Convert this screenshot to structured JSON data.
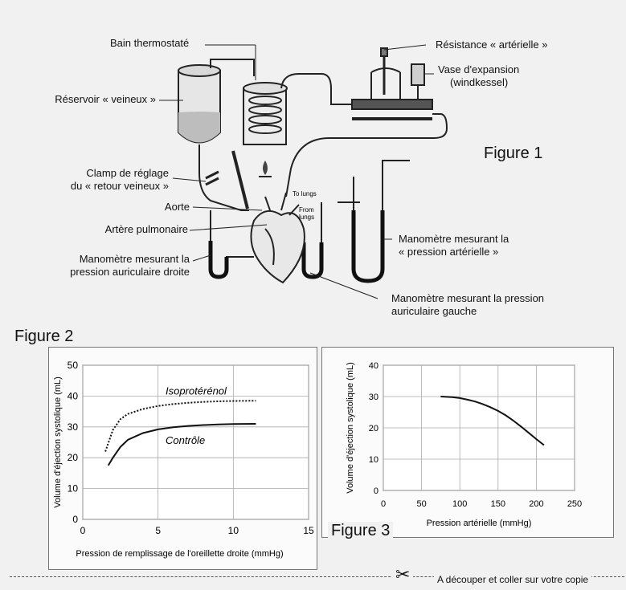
{
  "figure1": {
    "title": "Figure 1",
    "labels": {
      "bain": "Bain thermostaté",
      "reservoir": "Réservoir « veineux »",
      "clamp_l1": "Clamp de réglage",
      "clamp_l2": "du « retour veineux »",
      "aorte": "Aorte",
      "artere": "Artère pulmonaire",
      "mano_droite_l1": "Manomètre mesurant la",
      "mano_droite_l2": "pression auriculaire droite",
      "resistance": "Résistance « artérielle »",
      "vase_l1": "Vase d'expansion",
      "vase_l2": "(windkessel)",
      "mano_art_l1": "Manomètre mesurant la",
      "mano_art_l2": "« pression artérielle »",
      "mano_gauche_l1": "Manomètre mesurant la pression",
      "mano_gauche_l2": "auriculaire gauche",
      "to_lungs": "To lungs",
      "from_lungs_l1": "From",
      "from_lungs_l2": "lungs"
    }
  },
  "figure2_title": "Figure 2",
  "figure3_title": "Figure 3",
  "footer_text": "A découper et coller sur votre copie",
  "chart_data": [
    {
      "type": "line",
      "xlabel": "Pression de remplissage de l'oreillette droite (mmHg)",
      "ylabel": "Volume d'éjection systolique (mL)",
      "xlim": [
        0,
        15
      ],
      "ylim": [
        0,
        50
      ],
      "xticks": [
        0,
        5,
        10,
        15
      ],
      "yticks": [
        0,
        10,
        20,
        30,
        40,
        50
      ],
      "grid": true,
      "series": [
        {
          "name": "Isoprotérénol",
          "style": "dotted",
          "x": [
            1.5,
            2,
            2.5,
            3,
            4,
            5,
            6,
            7,
            8,
            9,
            10,
            11.5
          ],
          "y": [
            22,
            29,
            32.5,
            34.2,
            35.8,
            36.8,
            37.4,
            37.8,
            38.1,
            38.3,
            38.4,
            38.5
          ]
        },
        {
          "name": "Contrôle",
          "style": "solid",
          "x": [
            1.7,
            2,
            2.5,
            3,
            4,
            5,
            6,
            7,
            8,
            9,
            10,
            11.5
          ],
          "y": [
            17.5,
            20,
            23.5,
            25.8,
            28,
            29.2,
            29.9,
            30.3,
            30.6,
            30.8,
            30.9,
            31
          ]
        }
      ]
    },
    {
      "type": "line",
      "xlabel": "Pression artérielle (mmHg)",
      "ylabel": "Volume d'éjection systolique (mL)",
      "xlim": [
        0,
        250
      ],
      "ylim": [
        0,
        40
      ],
      "xticks": [
        0,
        50,
        100,
        150,
        200,
        250
      ],
      "yticks": [
        0,
        10,
        20,
        30,
        40
      ],
      "grid": true,
      "series": [
        {
          "style": "solid",
          "x": [
            75,
            90,
            100,
            110,
            120,
            130,
            140,
            150,
            160,
            170,
            180,
            190,
            200,
            210
          ],
          "y": [
            30,
            29.8,
            29.5,
            29.0,
            28.4,
            27.6,
            26.6,
            25.4,
            24.0,
            22.3,
            20.4,
            18.4,
            16.4,
            14.5
          ]
        }
      ]
    }
  ]
}
